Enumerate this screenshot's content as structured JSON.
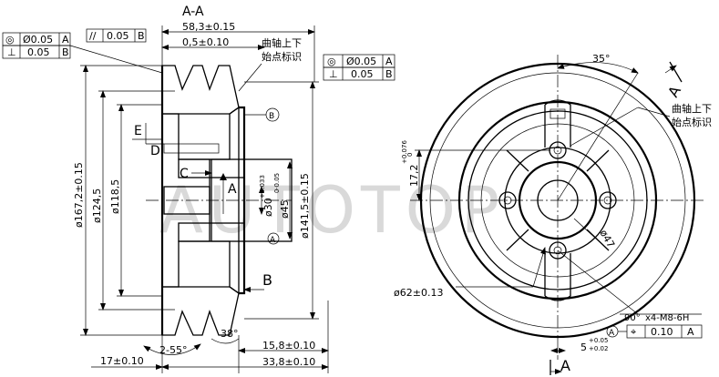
{
  "watermark": "AUTOTOP",
  "section_title": "A-A",
  "tolerance_frames": {
    "concentricity": {
      "symbol": "◎",
      "value": "Ø0.05",
      "datum": "A"
    },
    "perpendicularity_left": {
      "symbol": "⊥",
      "value": "0.05",
      "datum": "B"
    },
    "parallelism": {
      "symbol": "//",
      "value": "0.05",
      "datum": "B"
    },
    "circular_runout": {
      "symbol": "◎",
      "value": "Ø0.05",
      "datum": "A"
    },
    "perpendicularity_right": {
      "symbol": "⊥",
      "value": "0.05",
      "datum": "B"
    },
    "position": {
      "symbol": "⌖",
      "value": "0.10",
      "datum": "A"
    }
  },
  "section_dims": {
    "width_top": "58,3±0.15",
    "offset_top": "0,5±0.10",
    "note": "曲轴上下\n始点标识",
    "dia_outer": "ø167,2±0.15",
    "dia_124": "ø124,5",
    "dia_118": "ø118,5",
    "dia_30": "ø30",
    "dia_30_tol_up": "+0.033",
    "dia_30_tol_low": "0",
    "dia_45": "ø45",
    "dia_45_tol": "-0.05",
    "dia_141": "ø141,5±0.15",
    "width_bottom_left": "17±0.10",
    "width_bottom_mid": "15,8±0.10",
    "width_bottom_right": "33,8±0.10",
    "groove_angle_1": "2-55°",
    "groove_angle_2": "38°"
  },
  "labels": {
    "E": "E",
    "D": "D",
    "C": "C",
    "A_datum": "A",
    "B_datum": "B",
    "B_flag": "B",
    "A_circle": "A",
    "A_circle2": "A"
  },
  "front_dims": {
    "angle_35": "35°",
    "note": "曲轴上下\n始点标识",
    "dim_17_2": "17,2",
    "dim_17_2_tol": "+0.076",
    "dim_17_2_tol_low": "0",
    "dim_47": "ø47",
    "dim_62": "ø62±0.13",
    "thread_angle": "90°",
    "thread": "x4-M8-6H",
    "dim_5": "5",
    "dim_5_tol_up": "+0.05",
    "dim_5_tol_low": "+0.02",
    "section_mark_top": "A",
    "section_mark_bottom": "A"
  }
}
